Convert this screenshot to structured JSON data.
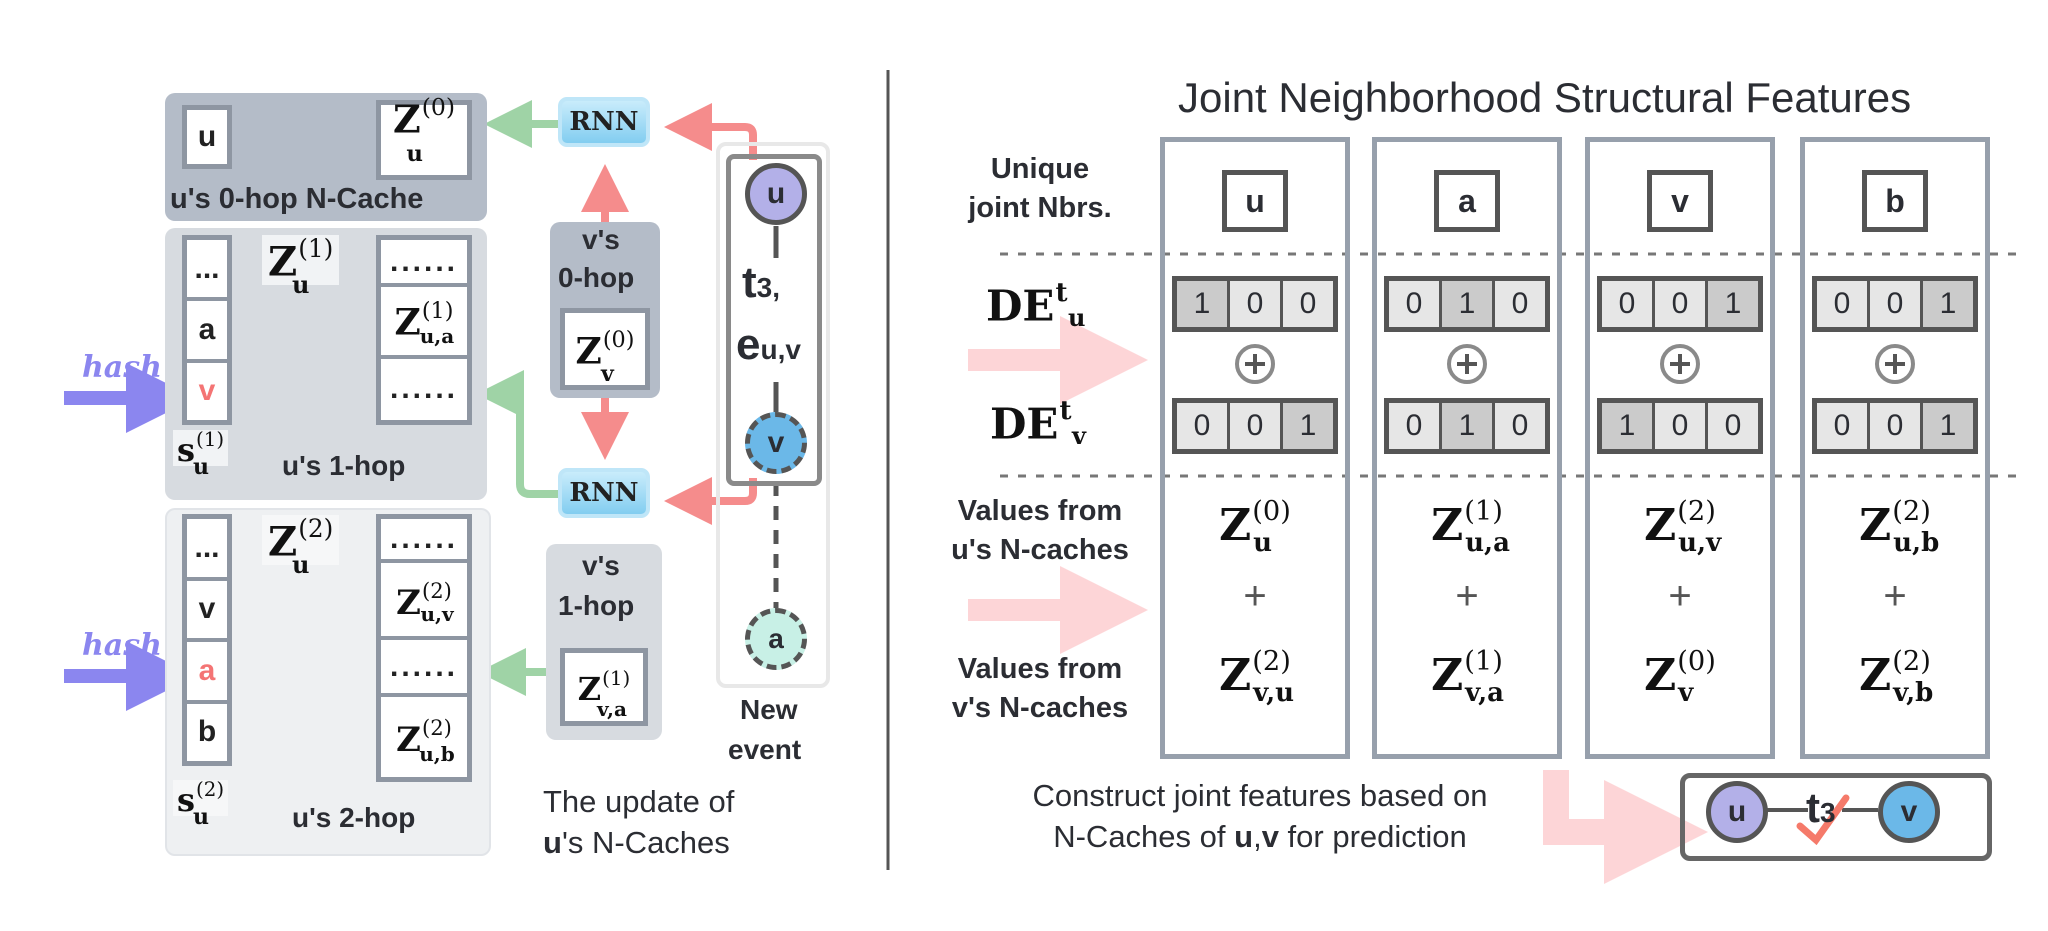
{
  "left": {
    "caption": {
      "line1": "The update of",
      "line2_bold": "u",
      "line2_rest": "'s N-Caches"
    },
    "hop0": {
      "title": "u's 0-hop N-Cache",
      "key": "u",
      "value": {
        "base": "Z",
        "sub": "u",
        "sup": "(0)"
      }
    },
    "hop1": {
      "title": "u's 1-hop",
      "table_label": {
        "base": "Z",
        "sub": "u",
        "sup": "(1)"
      },
      "hash_label": {
        "base": "s",
        "sub": "u",
        "sup": "(1)"
      },
      "keys": [
        {
          "text": "...",
          "highlight": false
        },
        {
          "text": "a",
          "highlight": false
        },
        {
          "text": "v",
          "highlight": true
        }
      ],
      "values": [
        {
          "text": "......"
        },
        {
          "base": "Z",
          "sub": "u,a",
          "sup": "(1)"
        },
        {
          "text": "......"
        }
      ]
    },
    "hop2": {
      "title": "u's 2-hop",
      "table_label": {
        "base": "Z",
        "sub": "u",
        "sup": "(2)"
      },
      "hash_label": {
        "base": "s",
        "sub": "u",
        "sup": "(2)"
      },
      "keys": [
        {
          "text": "...",
          "highlight": false
        },
        {
          "text": "v",
          "highlight": false
        },
        {
          "text": "a",
          "highlight": true
        },
        {
          "text": "b",
          "highlight": false
        }
      ],
      "values": [
        {
          "text": "......"
        },
        {
          "base": "Z",
          "sub": "u,v",
          "sup": "(2)"
        },
        {
          "text": "......"
        },
        {
          "base": "Z",
          "sub": "u,b",
          "sup": "(2)"
        }
      ]
    },
    "hash_text": "hash",
    "rnn_label": "RNN",
    "v0hop": {
      "line1": "v's",
      "line2": "0-hop",
      "value": {
        "base": "Z",
        "sub": "v",
        "sup": "(0)"
      }
    },
    "v1hop": {
      "line1": "v's",
      "line2": "1-hop",
      "value": {
        "base": "Z",
        "sub": "v,a",
        "sup": "(1)"
      }
    },
    "event": {
      "node_u": "u",
      "node_v": "v",
      "node_a": "a",
      "time": "t",
      "time_sub": "3,",
      "edge": "e",
      "edge_sub": "u,v",
      "caption_line1": "New",
      "caption_line2": "event"
    }
  },
  "right": {
    "title": "Joint Neighborhood Structural Features",
    "row_labels": {
      "unique": [
        "Unique",
        "joint Nbrs."
      ],
      "de_u": {
        "base": "DE",
        "sub": "u",
        "sup": "t"
      },
      "de_v": {
        "base": "DE",
        "sub": "v",
        "sup": "t"
      },
      "from_u": [
        "Values from",
        "u's N-caches"
      ],
      "from_v": [
        "Values from",
        "v's N-caches"
      ]
    },
    "columns": [
      {
        "node": "u",
        "de_u": [
          1,
          0,
          0
        ],
        "de_v": [
          0,
          0,
          1
        ],
        "z_u": {
          "base": "Z",
          "sub": "u",
          "sup": "(0)"
        },
        "z_v": {
          "base": "Z",
          "sub": "v,u",
          "sup": "(2)"
        }
      },
      {
        "node": "a",
        "de_u": [
          0,
          1,
          0
        ],
        "de_v": [
          0,
          1,
          0
        ],
        "z_u": {
          "base": "Z",
          "sub": "u,a",
          "sup": "(1)"
        },
        "z_v": {
          "base": "Z",
          "sub": "v,a",
          "sup": "(1)"
        }
      },
      {
        "node": "v",
        "de_u": [
          0,
          0,
          1
        ],
        "de_v": [
          1,
          0,
          0
        ],
        "z_u": {
          "base": "Z",
          "sub": "u,v",
          "sup": "(2)"
        },
        "z_v": {
          "base": "Z",
          "sub": "v",
          "sup": "(0)"
        }
      },
      {
        "node": "b",
        "de_u": [
          0,
          0,
          1
        ],
        "de_v": [
          0,
          0,
          1
        ],
        "z_u": {
          "base": "Z",
          "sub": "u,b",
          "sup": "(2)"
        },
        "z_v": {
          "base": "Z",
          "sub": "v,b",
          "sup": "(2)"
        }
      }
    ],
    "plus": "+",
    "caption": {
      "line1": "Construct joint features based on",
      "line2_pre": "N-Caches of ",
      "line2_bold": "u",
      "line2_mid": ",",
      "line2_bold2": "v",
      "line2_post": " for prediction"
    },
    "prediction": {
      "node_u": "u",
      "node_v": "v",
      "time": "t",
      "time_sub": "3",
      "status": "check-mark"
    }
  },
  "colors": {
    "node_u": "#b3b0e8",
    "node_v": "#6bb8e8",
    "node_a": "#c8f0e6",
    "hash_arrow": "#8b86ef",
    "red_arrow": "#f58c8c",
    "green_arrow": "#9fd3a6",
    "highlight_text": "#f47474",
    "check": "#f57a6a"
  }
}
